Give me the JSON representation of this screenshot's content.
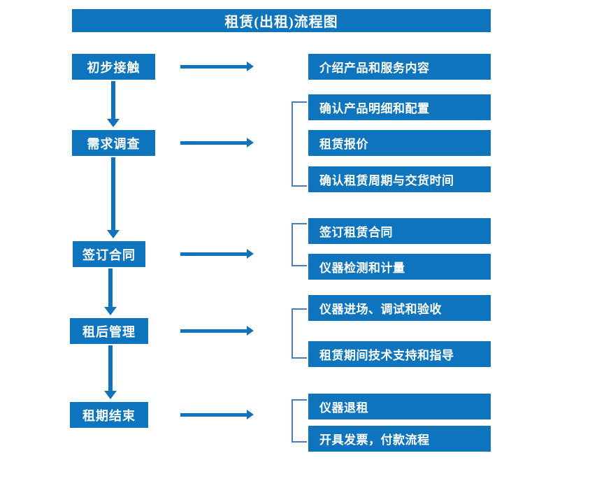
{
  "title": "租赁(出租)流程图",
  "colors": {
    "box_fill": "#0d74bd",
    "box_text": "#ffffff",
    "arrow": "#1272be",
    "bracket": "#4a7ebb",
    "background": "#ffffff"
  },
  "stages": [
    {
      "label": "初步接触"
    },
    {
      "label": "需求调查"
    },
    {
      "label": "签订合同"
    },
    {
      "label": "租后管理"
    },
    {
      "label": "租期结束"
    }
  ],
  "details": [
    {
      "label": "介绍产品和服务内容"
    },
    {
      "label": "确认产品明细和配置"
    },
    {
      "label": "租赁报价"
    },
    {
      "label": "确认租赁周期与交货时间"
    },
    {
      "label": "签订租赁合同"
    },
    {
      "label": "仪器检测和计量"
    },
    {
      "label": "仪器进场、调试和验收"
    },
    {
      "label": "租赁期间技术支持和指导"
    },
    {
      "label": "仪器退租"
    },
    {
      "label": "开具发票，付款流程"
    }
  ],
  "flow": {
    "stage_to_detail_arrow": "right-arrow",
    "stage_to_stage_arrow": "down-arrow",
    "group_bracket": "left-bracket"
  }
}
